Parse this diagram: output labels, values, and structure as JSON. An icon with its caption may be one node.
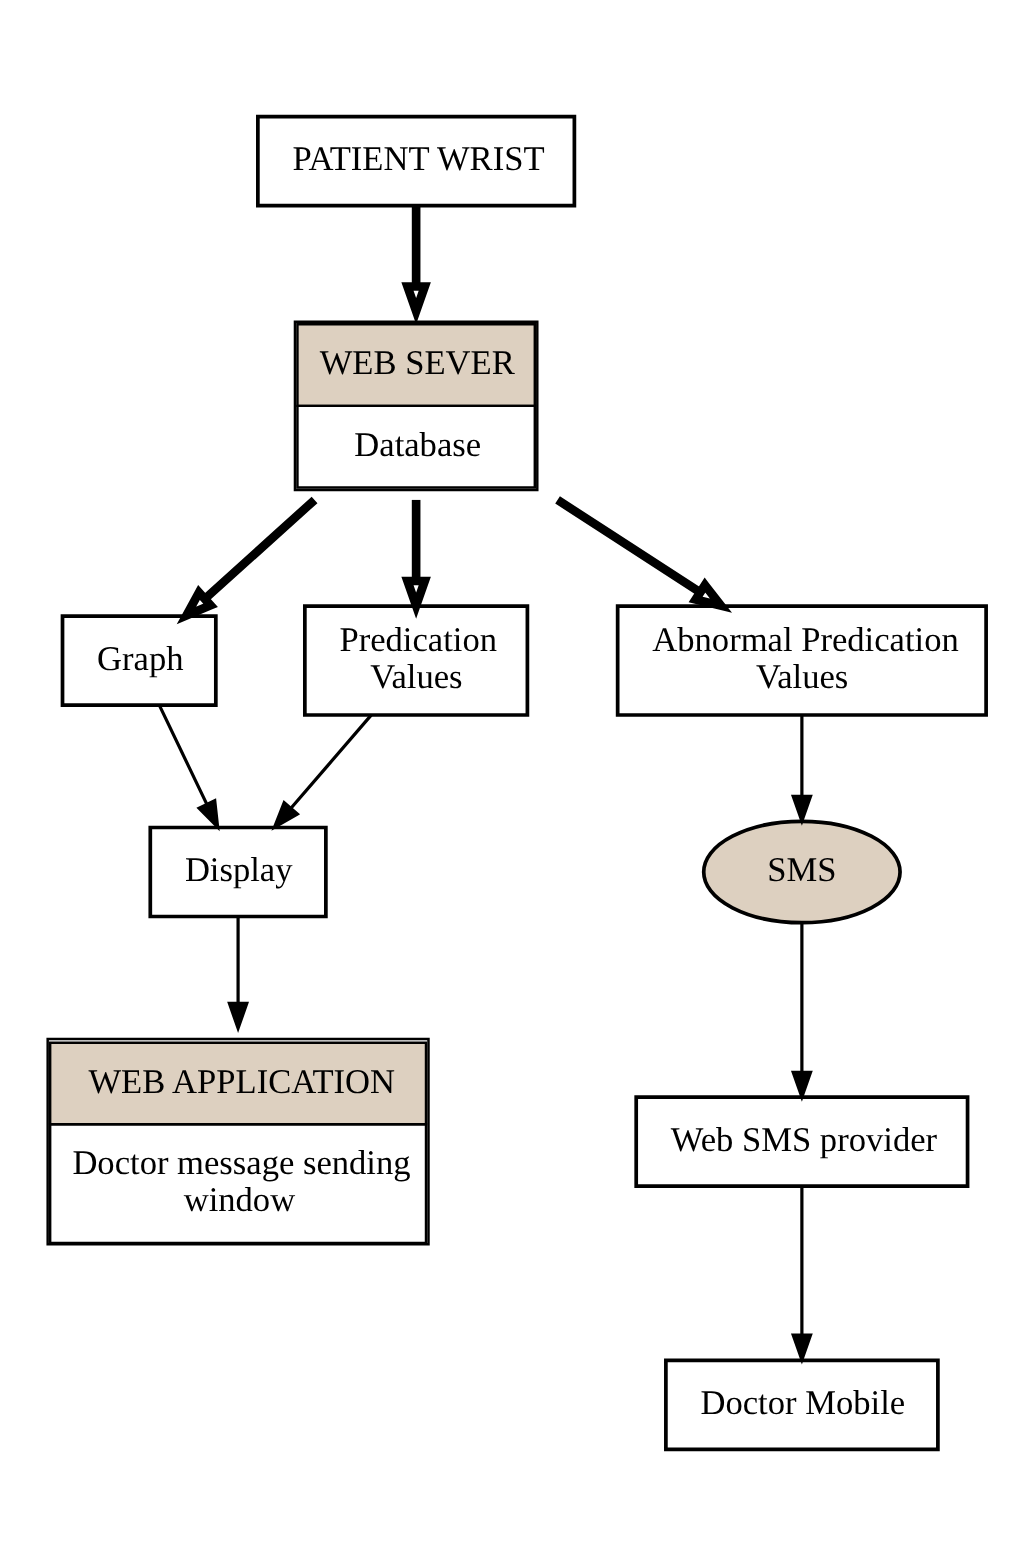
{
  "diagram": {
    "nodes": [
      {
        "text": [
          "PATIENT WRIST"
        ]
      },
      {
        "text": [
          "WEB SEVER",
          "Database"
        ]
      },
      {
        "text": [
          "Graph"
        ]
      },
      {
        "text": [
          "Predication Values"
        ]
      },
      {
        "text": [
          "Abnormal Predication Values"
        ]
      },
      {
        "text": [
          "SMS"
        ]
      },
      {
        "text": [
          "Display"
        ]
      },
      {
        "text": [
          "Web SMS provider"
        ]
      },
      {
        "text": [
          "WEB APPLICATION",
          "Doctor message sending window"
        ]
      },
      {
        "text": [
          "Doctor Mobile"
        ]
      }
    ],
    "edges": [
      {
        "from": 0,
        "to": 1,
        "arrow": "to",
        "style": "thick"
      },
      {
        "from": 1,
        "to": 2,
        "arrow": "to",
        "style": "thick"
      },
      {
        "from": 1,
        "to": 3,
        "arrow": "to",
        "style": "thick"
      },
      {
        "from": 1,
        "to": 4,
        "arrow": "to",
        "style": "thick"
      },
      {
        "from": 2,
        "to": 6,
        "arrow": "to"
      },
      {
        "from": 3,
        "to": 6,
        "arrow": "to"
      },
      {
        "from": 6,
        "to": 8,
        "arrow": "to"
      },
      {
        "from": 4,
        "to": 5,
        "arrow": "to"
      },
      {
        "from": 5,
        "to": 7,
        "arrow": "to"
      },
      {
        "from": 7,
        "to": 9,
        "arrow": "to"
      }
    ]
  }
}
